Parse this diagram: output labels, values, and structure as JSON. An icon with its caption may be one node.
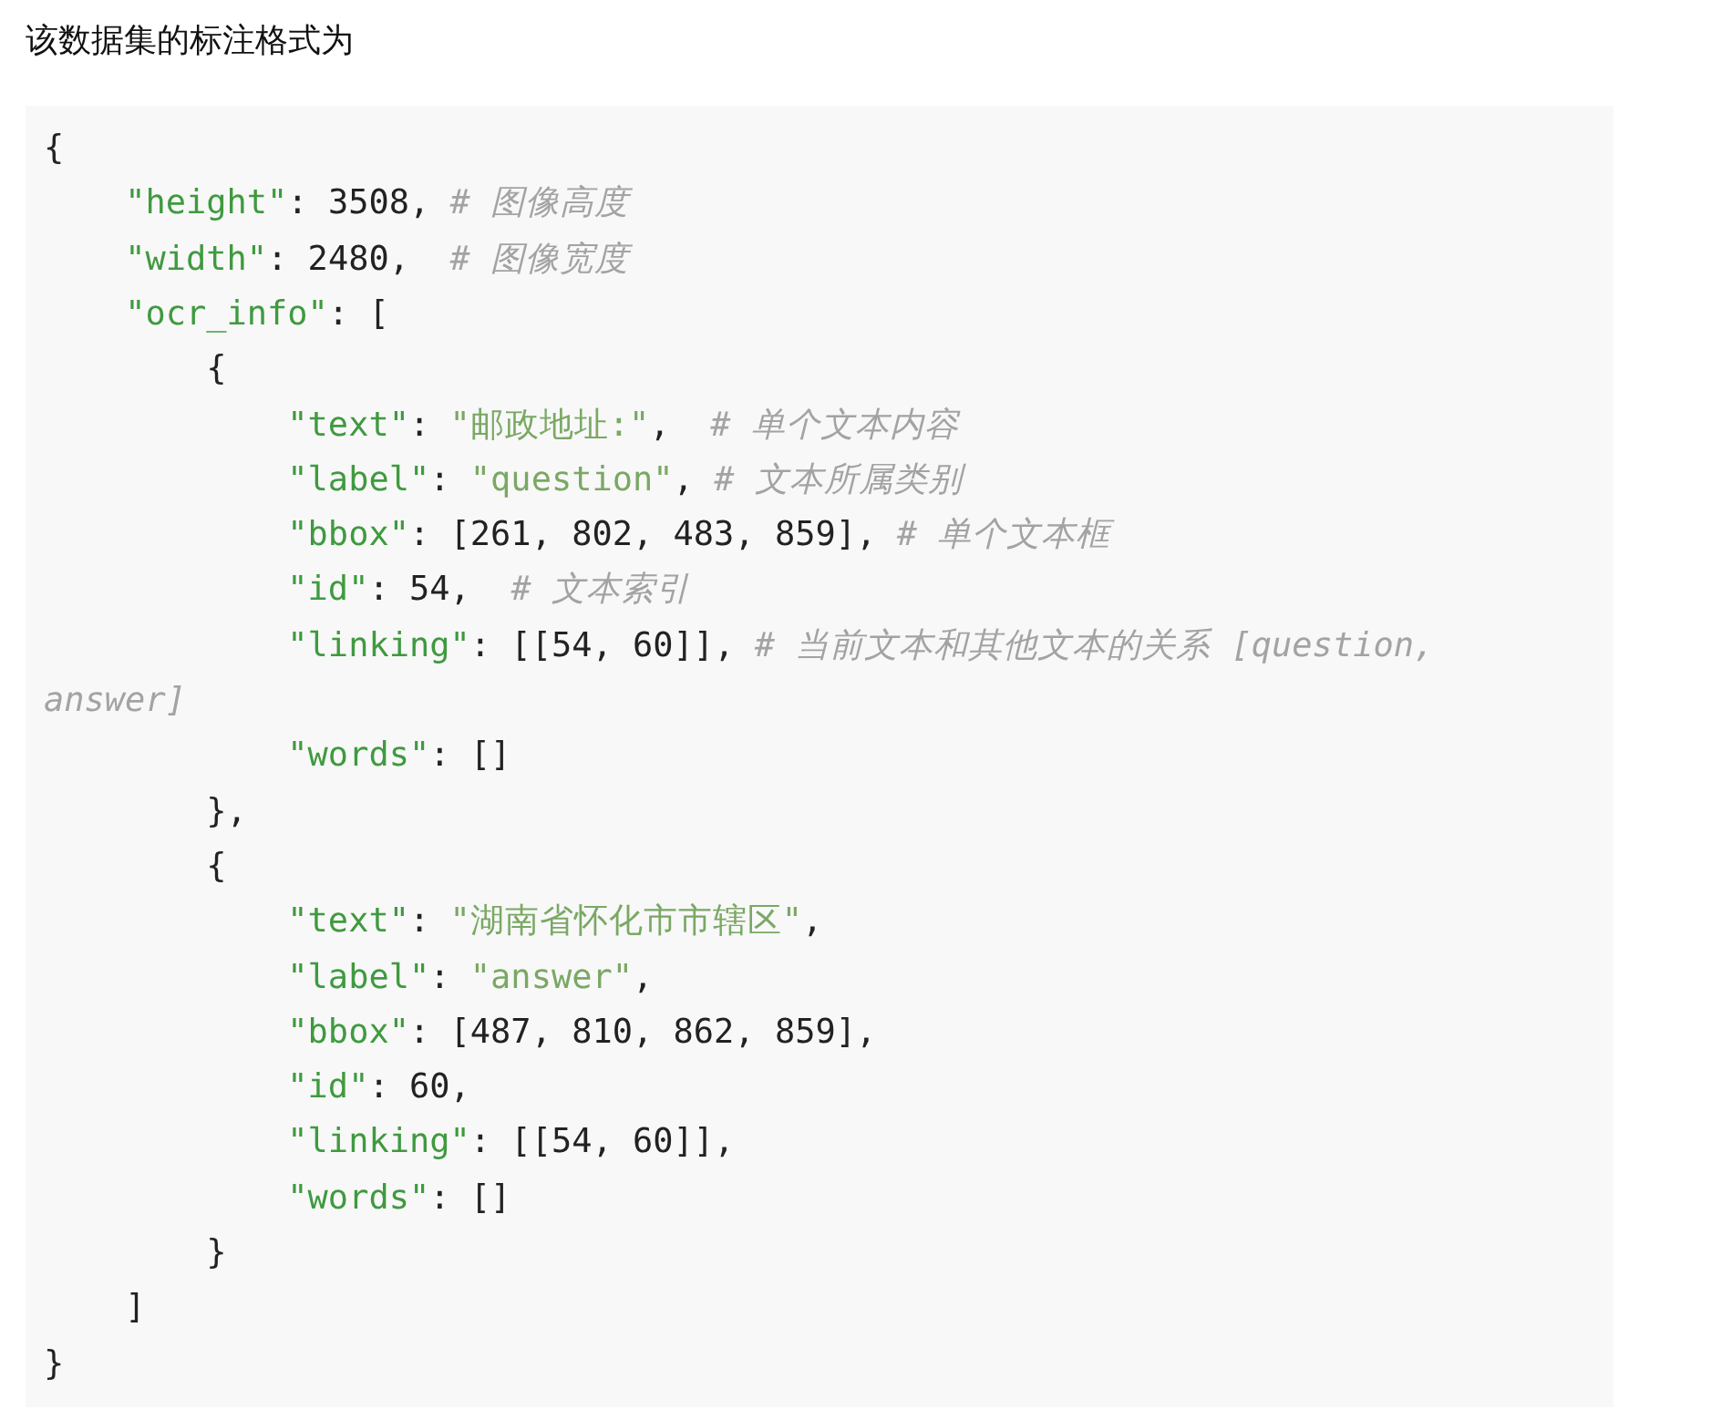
{
  "diagram": {
    "title": "该数据集的标注格式为",
    "nodes": [
      {
        "text": [
          "{",
          "\"height\": 3508, # 图像高度",
          "\"width\": 2480,  # 图像宽度",
          "\"ocr_info\": [",
          "{",
          "\"text\": \"邮政地址:\",  # 单个文本内容",
          "\"label\": \"question\", # 文本所属类别",
          "\"bbox\": [261, 802, 483, 859], # 单个文本框",
          "\"id\": 54,  # 文本索引",
          "\"linking\": [[54, 60]], # 当前文本和其他文本的关系 [question, answer]",
          "\"words\": []",
          "},",
          "{",
          "\"text\": \"湖南省怀化市市辖区\",",
          "\"label\": \"answer\",",
          "\"bbox\": [487, 810, 862, 859],",
          "\"id\": 60,",
          "\"linking\": [[54, 60]],",
          "\"words\": []",
          "}",
          "]",
          "}"
        ]
      }
    ]
  }
}
